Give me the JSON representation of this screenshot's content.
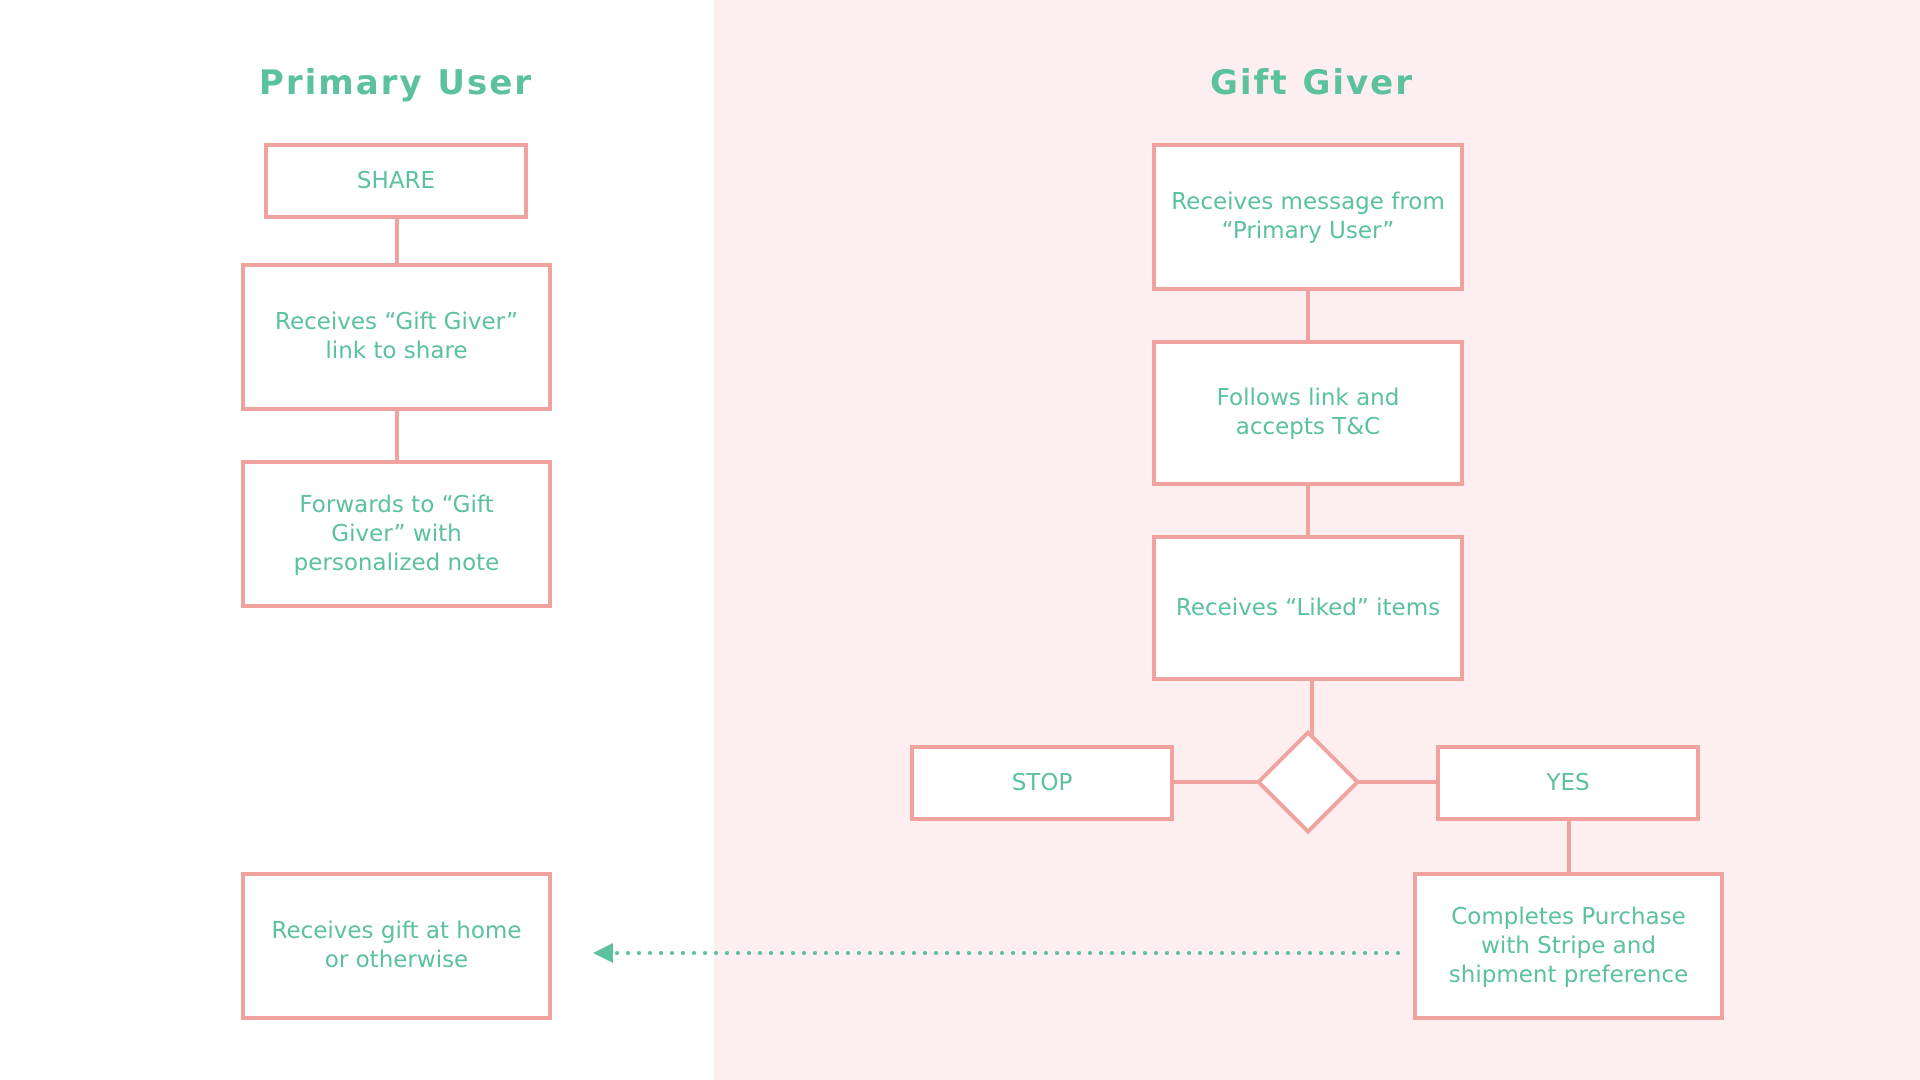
{
  "lanes": {
    "primary_user": {
      "title": "Primary User"
    },
    "gift_giver": {
      "title": "Gift Giver"
    }
  },
  "primary_user_steps": {
    "share": "SHARE",
    "receives_link": "Receives “Gift Giver” link to share",
    "forwards": "Forwards to “Gift Giver” with personalized note",
    "receives_gift": "Receives gift at home or otherwise"
  },
  "gift_giver_steps": {
    "receives_message": "Receives message from “Primary User”",
    "follows_link": "Follows link and accepts T&C",
    "receives_liked": "Receives “Liked” items",
    "stop": "STOP",
    "yes": "YES",
    "completes_purchase": "Completes Purchase with Stripe and shipment preference"
  },
  "colors": {
    "text": "#5cc19d",
    "box_border": "#f0a29f",
    "lane_background": "#fdeff0",
    "arrow": "#5cc19d"
  }
}
